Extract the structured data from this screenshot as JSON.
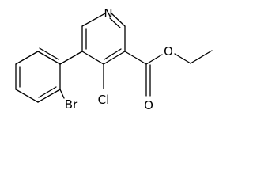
{
  "structure": {
    "atoms": {
      "nitrogen": "N",
      "chlorine": "Cl",
      "bromine": "Br",
      "carbonyl_oxygen": "O",
      "ester_oxygen": "O"
    }
  },
  "colors": {
    "bond": "#000000",
    "label": "#000000",
    "background": "#ffffff"
  }
}
